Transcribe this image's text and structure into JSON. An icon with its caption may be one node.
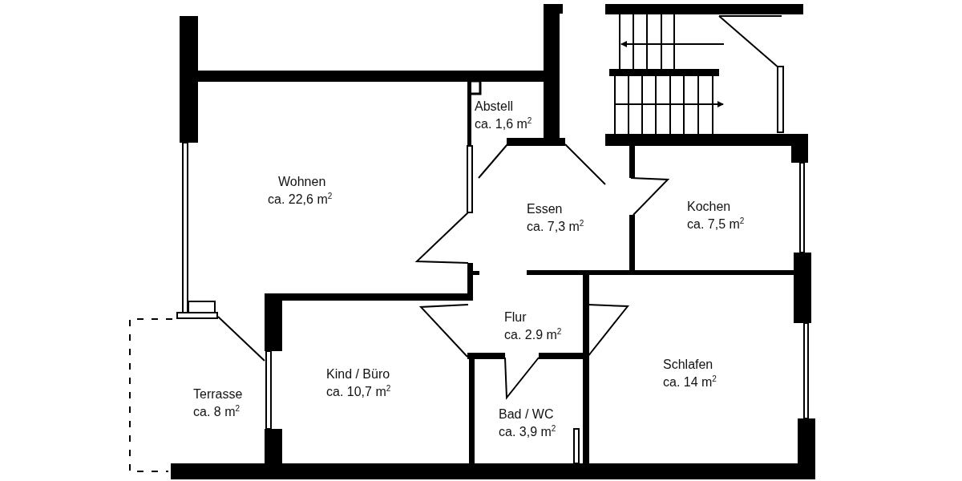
{
  "diagram": {
    "labels": [
      "Abstell",
      "ca. 1,6 m$^{2}$",
      "Wohnen",
      "ca. 22,6 m$^{2}$",
      "Essen",
      "ca. 7,3 m$^{2}$",
      "Kochen",
      "ca. 7,5 m$^{2}$",
      "Flur",
      "ca. 2.9 m$^{2}$",
      "Kind / Büro",
      "ca. 10,7 m$^{2}$",
      "Schlafen",
      "ca. 14 m$^{2}$",
      "Terrasse",
      "ca. 8 m$^{2}$",
      "Bad / WC",
      "ca. 3,9 m$^{2}$"
    ]
  }
}
